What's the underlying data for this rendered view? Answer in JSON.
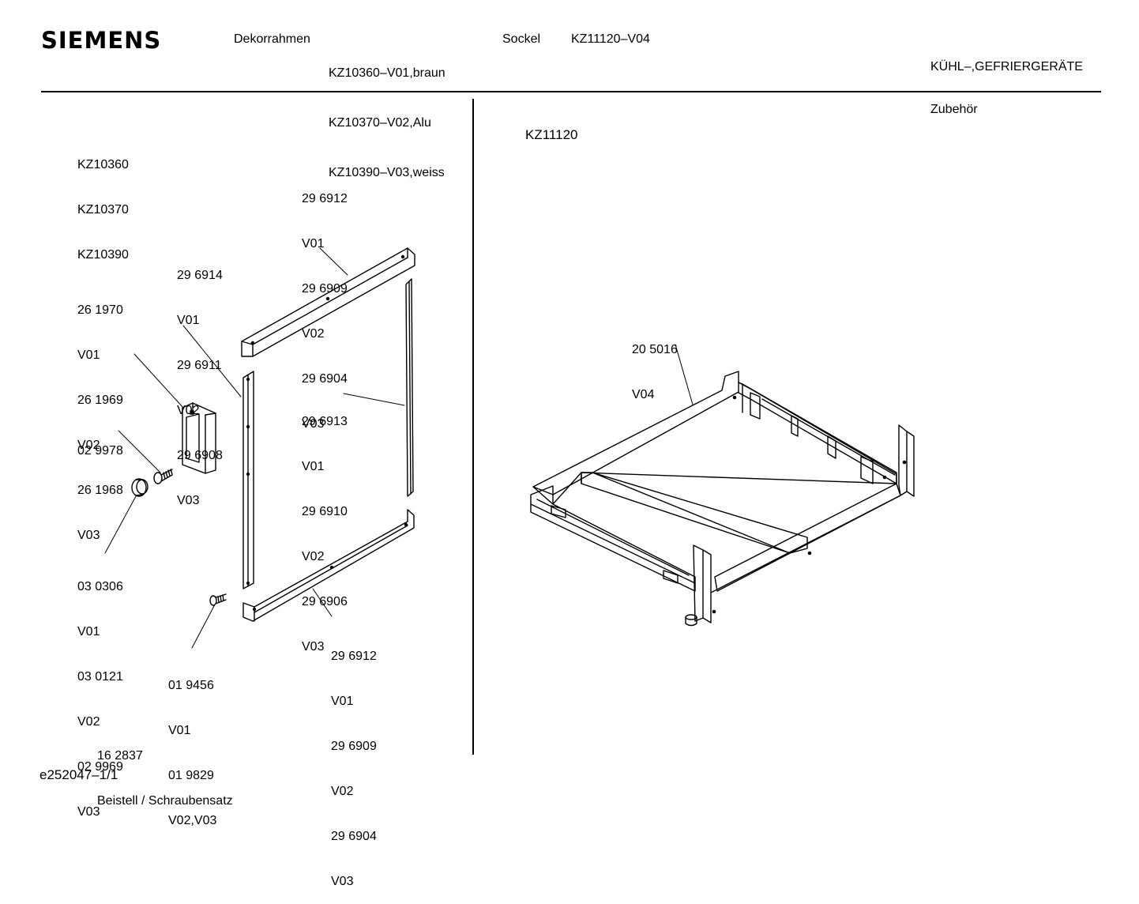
{
  "header": {
    "brand": "SIEMENS",
    "group1_title": "Dekorrahmen",
    "group1_models": [
      "KZ10360–V01,braun",
      "KZ10370–V02,Alu",
      "KZ10390–V03,weiss"
    ],
    "group2_title": "Sockel",
    "group2_model": "KZ11120–V04",
    "category": "KÜHL–,GEFRIERGERÄTE",
    "subcategory": "Zubehör"
  },
  "left_panel": {
    "models": [
      "KZ10360",
      "KZ10370",
      "KZ10390"
    ],
    "callouts": {
      "top_rail": [
        "29 6912",
        "V01",
        "29 6909",
        "V02",
        "29 6904",
        "V03"
      ],
      "left_strip": [
        "29 6914",
        "V01",
        "29 6911",
        "V02",
        "29 6908",
        "V03"
      ],
      "handle": [
        "26 1970",
        "V01",
        "26 1969",
        "V02",
        "26 1968",
        "V03"
      ],
      "screw": [
        "02 9978"
      ],
      "right_strip": [
        "29 6913",
        "V01",
        "29 6910",
        "V02",
        "29 6906",
        "V03"
      ],
      "cap": [
        "03 0306",
        "V01",
        "03 0121",
        "V02",
        "02 9969",
        "V03"
      ],
      "small_screw": [
        "01 9456",
        "V01",
        "01 9829",
        "V02,V03"
      ],
      "bottom_rail": [
        "29 6912",
        "V01",
        "29 6909",
        "V02",
        "29 6904",
        "V03"
      ],
      "kit": [
        "16 2837",
        "Beistell / Schraubensatz"
      ]
    }
  },
  "right_panel": {
    "model": "KZ11120",
    "callouts": {
      "base": [
        "20 5016",
        "V04"
      ]
    }
  },
  "footer": {
    "doc_id": "e252047–1/1"
  }
}
